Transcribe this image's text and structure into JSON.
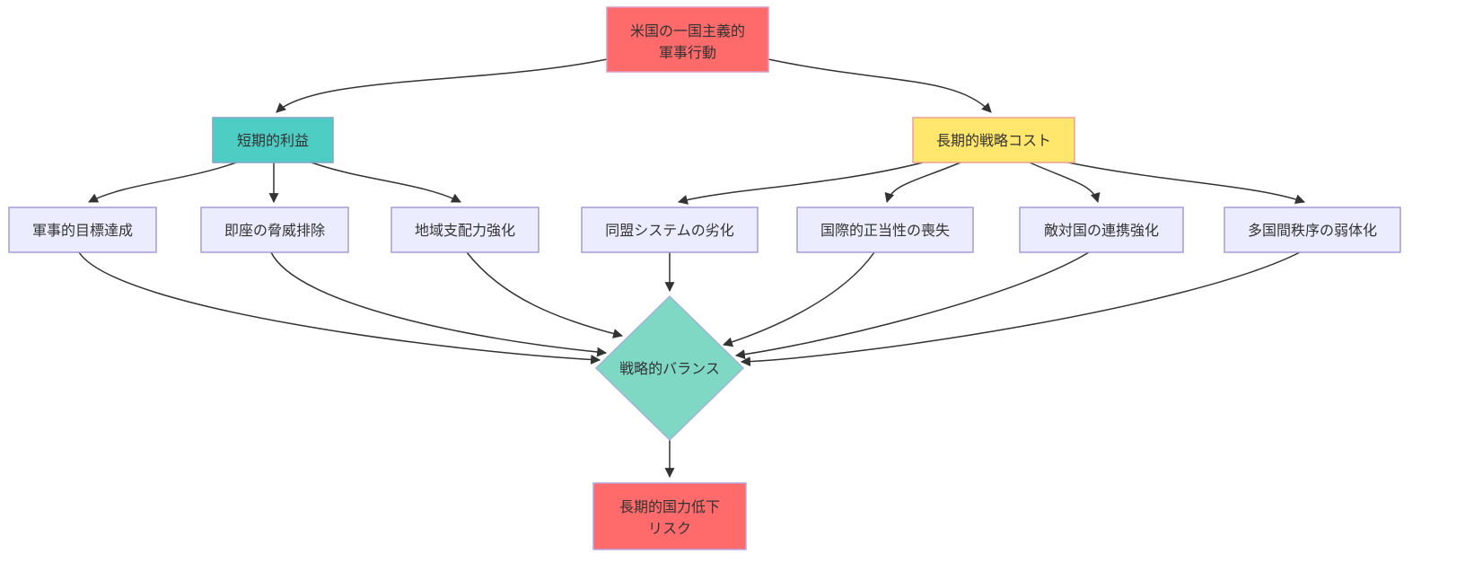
{
  "diagram": {
    "type": "flowchart",
    "direction": "top-down",
    "background": "#ffffff",
    "edge_color": "#333333",
    "text_color": "#333333",
    "nodes": {
      "root": {
        "line1": "米国の一国主義的",
        "line2": "軍事行動",
        "fill": "#ff6b6b",
        "stroke": "#dd9ac6",
        "shape": "rect"
      },
      "short_term": {
        "label": "短期的利益",
        "fill": "#4ecdc4",
        "stroke": "#84a3cd",
        "shape": "rect"
      },
      "long_term": {
        "label": "長期的戦略コスト",
        "fill": "#ffe66d",
        "stroke": "#e8a29a",
        "shape": "rect"
      },
      "d1": {
        "label": "軍事的目標達成",
        "fill": "#ececff",
        "stroke": "#a79ad6",
        "shape": "rect"
      },
      "d2": {
        "label": "即座の脅威排除",
        "fill": "#ececff",
        "stroke": "#a79ad6",
        "shape": "rect"
      },
      "d3": {
        "label": "地域支配力強化",
        "fill": "#ececff",
        "stroke": "#a79ad6",
        "shape": "rect"
      },
      "e1": {
        "label": "同盟システムの劣化",
        "fill": "#ececff",
        "stroke": "#a79ad6",
        "shape": "rect"
      },
      "e2": {
        "label": "国際的正当性の喪失",
        "fill": "#ececff",
        "stroke": "#a79ad6",
        "shape": "rect"
      },
      "e3": {
        "label": "敵対国の連携強化",
        "fill": "#ececff",
        "stroke": "#a79ad6",
        "shape": "rect"
      },
      "e4": {
        "label": "多国間秩序の弱体化",
        "fill": "#ececff",
        "stroke": "#a79ad6",
        "shape": "rect"
      },
      "balance": {
        "label": "戦略的バランス",
        "fill": "#7fd8c4",
        "stroke": "#a2b2da",
        "shape": "diamond"
      },
      "risk": {
        "line1": "長期的国力低下",
        "line2": "リスク",
        "fill": "#ff6b6b",
        "stroke": "#b9a5dd",
        "shape": "rect"
      }
    },
    "edges": [
      {
        "from": "root",
        "to": "short_term"
      },
      {
        "from": "root",
        "to": "long_term"
      },
      {
        "from": "short_term",
        "to": "d1"
      },
      {
        "from": "short_term",
        "to": "d2"
      },
      {
        "from": "short_term",
        "to": "d3"
      },
      {
        "from": "long_term",
        "to": "e1"
      },
      {
        "from": "long_term",
        "to": "e2"
      },
      {
        "from": "long_term",
        "to": "e3"
      },
      {
        "from": "long_term",
        "to": "e4"
      },
      {
        "from": "d1",
        "to": "balance"
      },
      {
        "from": "d2",
        "to": "balance"
      },
      {
        "from": "d3",
        "to": "balance"
      },
      {
        "from": "e1",
        "to": "balance"
      },
      {
        "from": "e2",
        "to": "balance"
      },
      {
        "from": "e3",
        "to": "balance"
      },
      {
        "from": "e4",
        "to": "balance"
      },
      {
        "from": "balance",
        "to": "risk"
      }
    ]
  }
}
